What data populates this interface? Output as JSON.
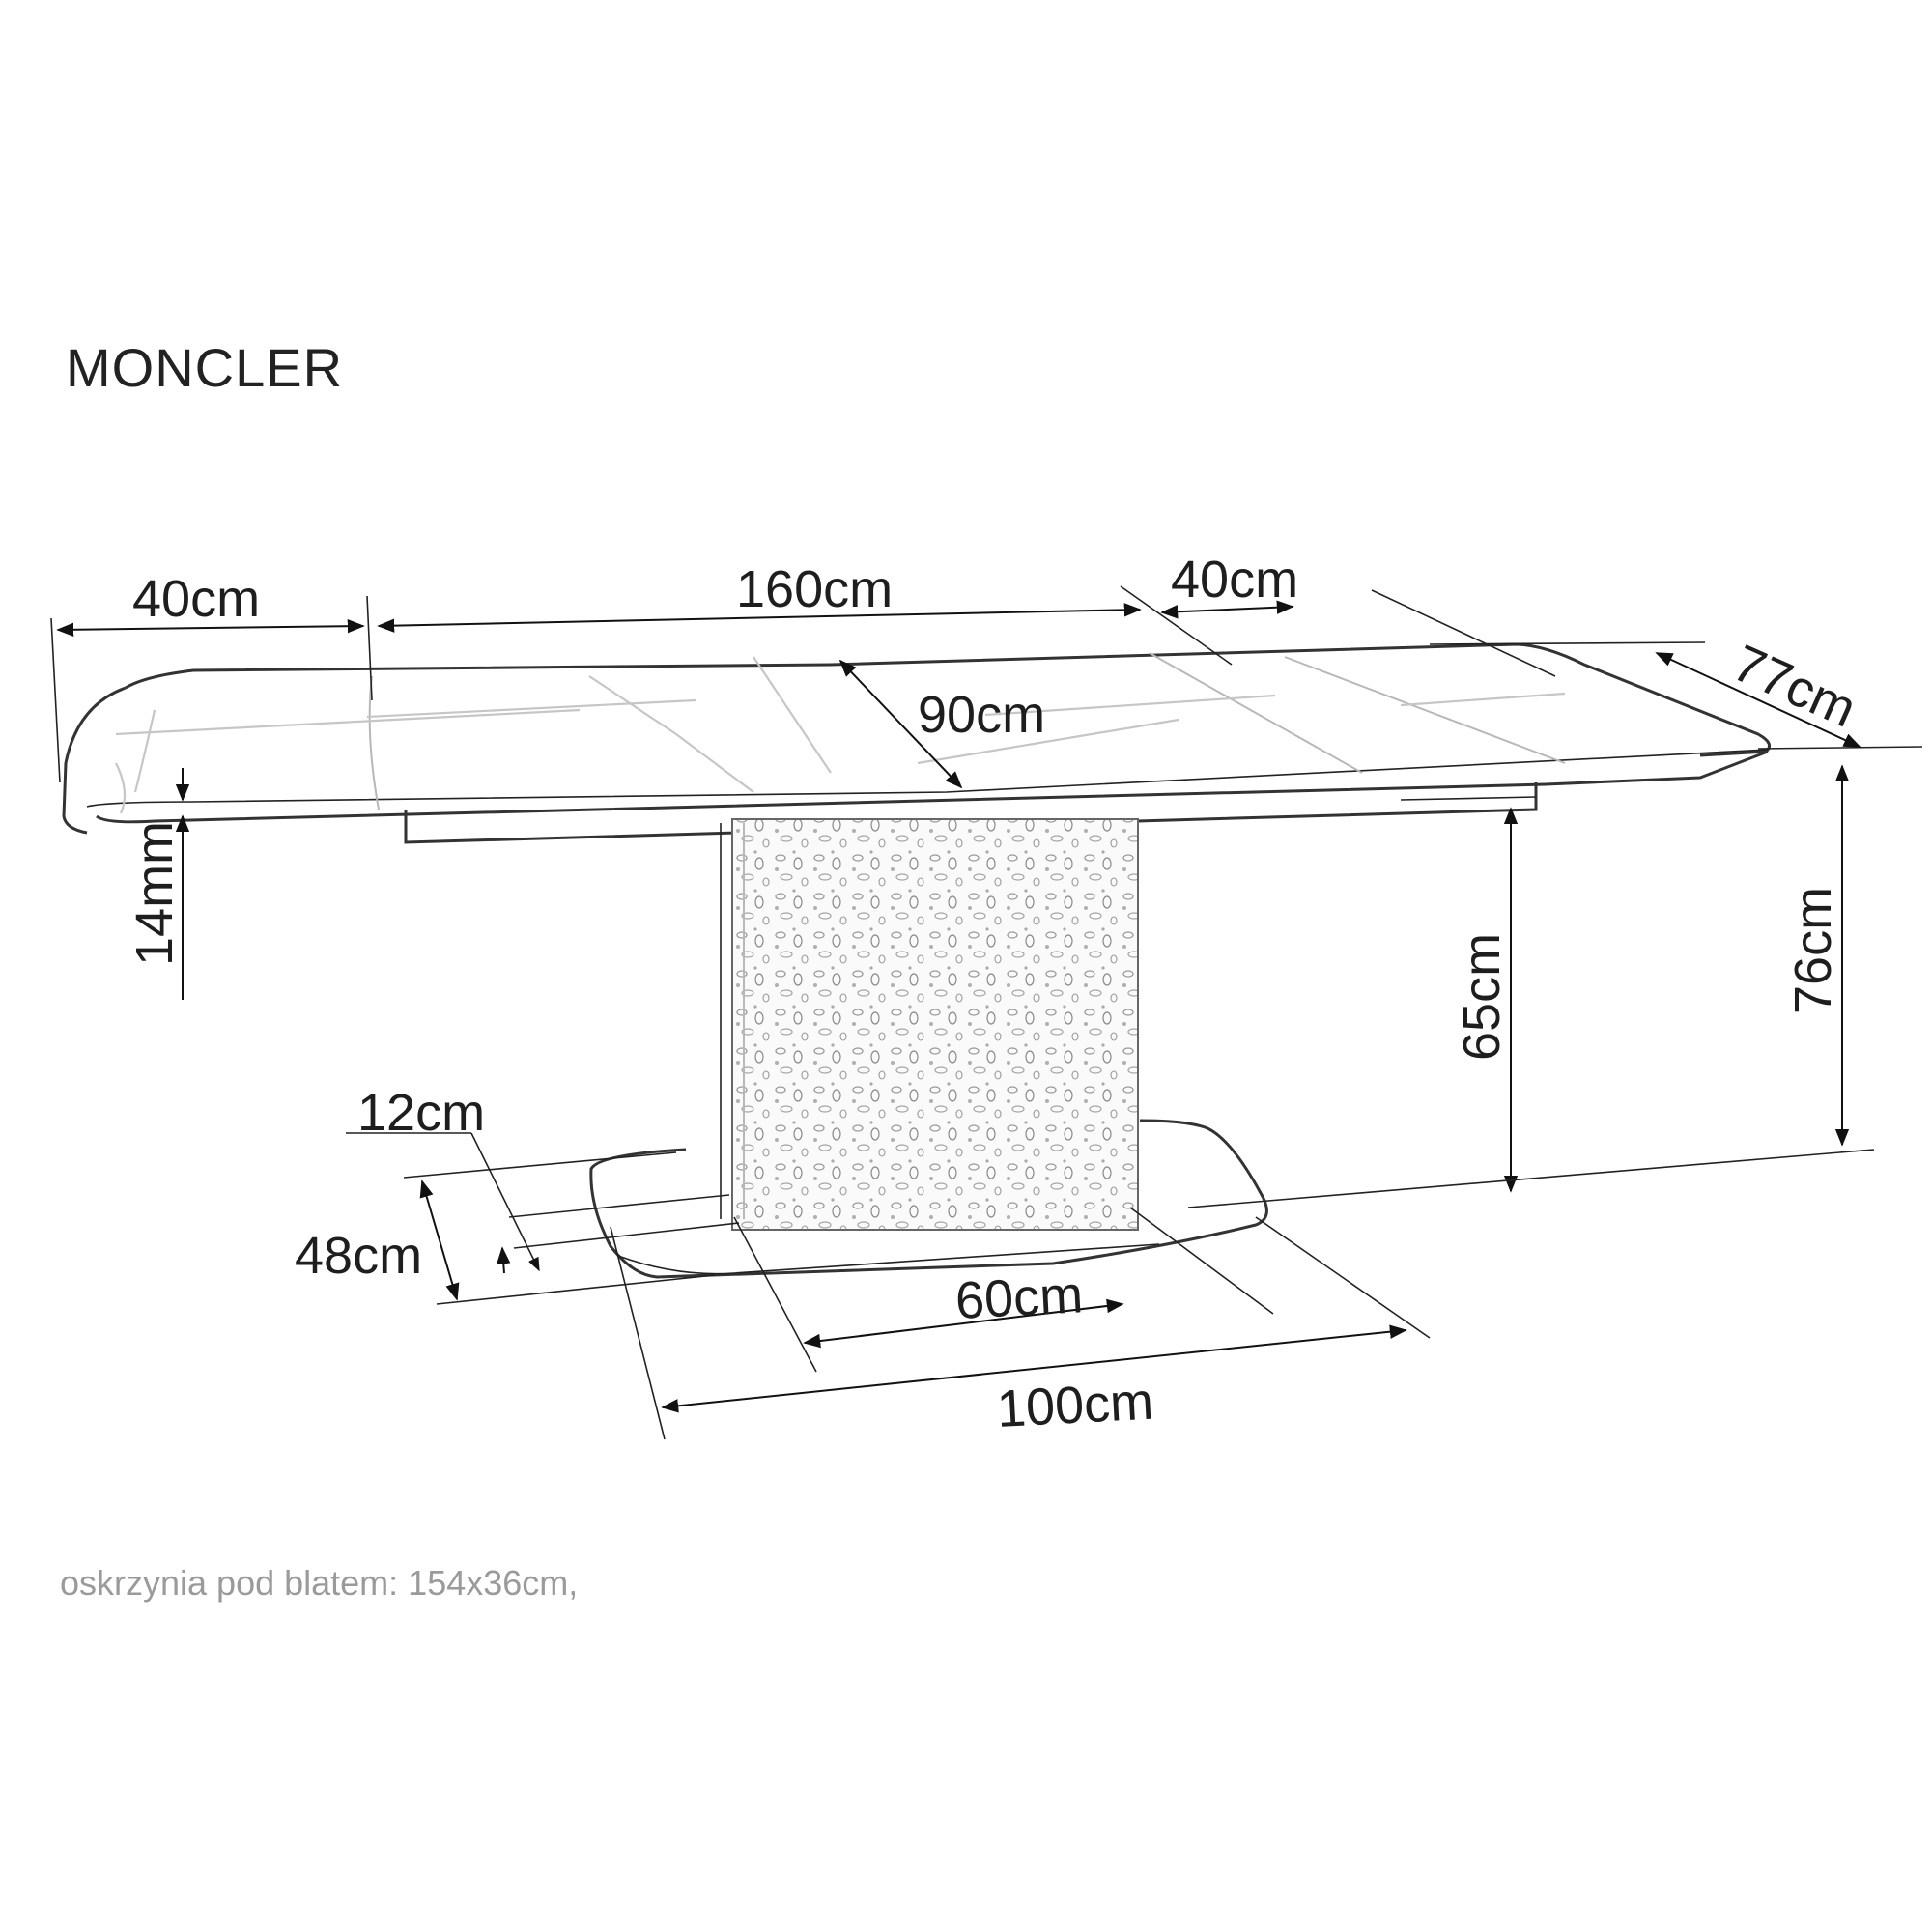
{
  "product": {
    "name": "MONCLER"
  },
  "dimensions": {
    "extension_left": "40cm",
    "tabletop_length": "160cm",
    "extension_right": "40cm",
    "tabletop_depth": "77cm",
    "tabletop_width_inner": "90cm",
    "top_thickness": "14mm",
    "apron_height": "65cm",
    "total_height": "76cm",
    "base_height": "12cm",
    "base_depth": "48cm",
    "column_width": "60cm",
    "base_width": "100cm"
  },
  "note": {
    "text": "oskrzynia pod blatem: 154x36cm,"
  },
  "colors": {
    "line": "#111111",
    "text": "#1e1e1e",
    "note": "#9a9a9a"
  }
}
